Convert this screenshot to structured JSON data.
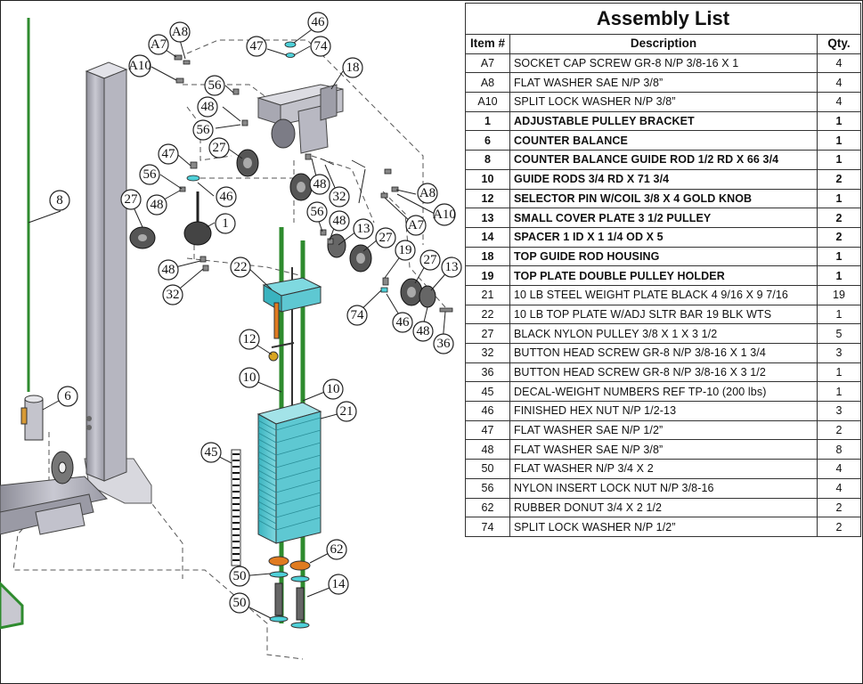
{
  "assembly": {
    "title": "Assembly List",
    "headers": {
      "item": "Item #",
      "description": "Description",
      "qty": "Qty."
    },
    "rows": [
      {
        "item": "A7",
        "description": "SOCKET CAP SCREW GR-8 N/P 3/8-16 X 1",
        "qty": "4",
        "bold": false
      },
      {
        "item": "A8",
        "description": "FLAT WASHER SAE N/P 3/8”",
        "qty": "4",
        "bold": false
      },
      {
        "item": "A10",
        "description": "SPLIT LOCK WASHER N/P 3/8”",
        "qty": "4",
        "bold": false
      },
      {
        "item": "1",
        "description": "ADJUSTABLE PULLEY BRACKET",
        "qty": "1",
        "bold": true
      },
      {
        "item": "6",
        "description": "COUNTER BALANCE",
        "qty": "1",
        "bold": true
      },
      {
        "item": "8",
        "description": "COUNTER BALANCE GUIDE ROD 1/2 RD X 66 3/4",
        "qty": "1",
        "bold": true
      },
      {
        "item": "10",
        "description": "GUIDE RODS 3/4 RD X 71 3/4",
        "qty": "2",
        "bold": true
      },
      {
        "item": "12",
        "description": "SELECTOR PIN W/COIL 3/8 X 4 GOLD KNOB",
        "qty": "1",
        "bold": true
      },
      {
        "item": "13",
        "description": "SMALL COVER PLATE 3 1/2 PULLEY",
        "qty": "2",
        "bold": true
      },
      {
        "item": "14",
        "description": "SPACER 1 ID X 1 1/4 OD X 5",
        "qty": "2",
        "bold": true
      },
      {
        "item": "18",
        "description": "TOP GUIDE ROD HOUSING",
        "qty": "1",
        "bold": true
      },
      {
        "item": "19",
        "description": "TOP PLATE DOUBLE PULLEY HOLDER",
        "qty": "1",
        "bold": true
      },
      {
        "item": "21",
        "description": "10 LB STEEL WEIGHT PLATE BLACK 4 9/16 X 9 7/16",
        "qty": "19",
        "bold": false
      },
      {
        "item": "22",
        "description": "10 LB TOP PLATE W/ADJ SLTR BAR 19 BLK WTS",
        "qty": "1",
        "bold": false
      },
      {
        "item": "27",
        "description": "BLACK NYLON PULLEY 3/8 X 1 X 3 1/2",
        "qty": "5",
        "bold": false
      },
      {
        "item": "32",
        "description": "BUTTON HEAD SCREW GR-8 N/P 3/8-16 X 1 3/4",
        "qty": "3",
        "bold": false
      },
      {
        "item": "36",
        "description": "BUTTON HEAD SCREW GR-8 N/P 3/8-16 X 3 1/2",
        "qty": "1",
        "bold": false
      },
      {
        "item": "45",
        "description": "DECAL-WEIGHT NUMBERS REF TP-10 (200 lbs)",
        "qty": "1",
        "bold": false
      },
      {
        "item": "46",
        "description": "FINISHED HEX NUT N/P 1/2-13",
        "qty": "3",
        "bold": false
      },
      {
        "item": "47",
        "description": "FLAT WASHER SAE N/P 1/2”",
        "qty": "2",
        "bold": false
      },
      {
        "item": "48",
        "description": "FLAT WASHER SAE N/P 3/8”",
        "qty": "8",
        "bold": false
      },
      {
        "item": "50",
        "description": "FLAT WASHER N/P 3/4 X 2",
        "qty": "4",
        "bold": false
      },
      {
        "item": "56",
        "description": "NYLON INSERT LOCK NUT N/P 3/8-16",
        "qty": "4",
        "bold": false
      },
      {
        "item": "62",
        "description": "RUBBER DONUT 3/4 X 2 1/2",
        "qty": "2",
        "bold": false
      },
      {
        "item": "74",
        "description": "SPLIT LOCK WASHER N/P 1/2”",
        "qty": "2",
        "bold": false
      }
    ]
  },
  "diagram": {
    "colors": {
      "frame": "#a9a9b3",
      "rod": "#2e8b2e",
      "weights": "#5ec8d2",
      "spacer": "#e07b20",
      "washer": "#4fd0d8"
    },
    "callouts": [
      "46",
      "47",
      "74",
      "A8",
      "A7",
      "18",
      "A10",
      "56",
      "48",
      "56",
      "27",
      "47",
      "56",
      "48",
      "46",
      "1",
      "27",
      "8",
      "48",
      "32",
      "48",
      "32",
      "A8",
      "A7",
      "A10",
      "56",
      "48",
      "13",
      "27",
      "19",
      "27",
      "13",
      "22",
      "74",
      "46",
      "48",
      "36",
      "12",
      "10",
      "10",
      "21",
      "6",
      "45",
      "62",
      "50",
      "14",
      "50"
    ]
  }
}
